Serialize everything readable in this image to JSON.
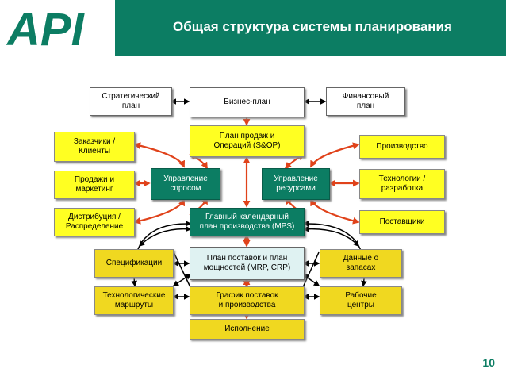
{
  "header": {
    "logo_text": "API",
    "title": "Общая структура системы планирования"
  },
  "page_number": "10",
  "boxes": {
    "strategic_plan": "Стратегический\nплан",
    "business_plan": "Бизнес-план",
    "financial_plan": "Финансовый\nплан",
    "sop": "План продаж и\nОпераций (S&OP)",
    "customers": "Заказчики /\nКлиенты",
    "production": "Производство",
    "sales_marketing": "Продажи и\nмаркетинг",
    "demand_mgmt": "Управление\nспросом",
    "resource_mgmt": "Управление\nресурсами",
    "tech_dev": "Технологии /\nразработка",
    "distribution": "Дистрибуция /\nРаспределение",
    "mps": "Главный календарный\nплан производства (MPS)",
    "suppliers": "Поставщики",
    "specifications": "Спецификации",
    "mrp_crp": "План поставок и план\nмощностей (MRP, CRP)",
    "inventory_data": "Данные о\nзапасах",
    "routings": "Технологические\nмаршруты",
    "schedule": "График поставок\nи производства",
    "work_centers": "Рабочие\nцентры",
    "execution": "Исполнение"
  },
  "colors": {
    "header_green": "#0c7d63",
    "box_yellow": "#ffff22",
    "box_cyan": "#dff2f2",
    "box_orange": "#f0d820",
    "arrow_red": "#e0421a",
    "arrow_black": "#000000"
  }
}
